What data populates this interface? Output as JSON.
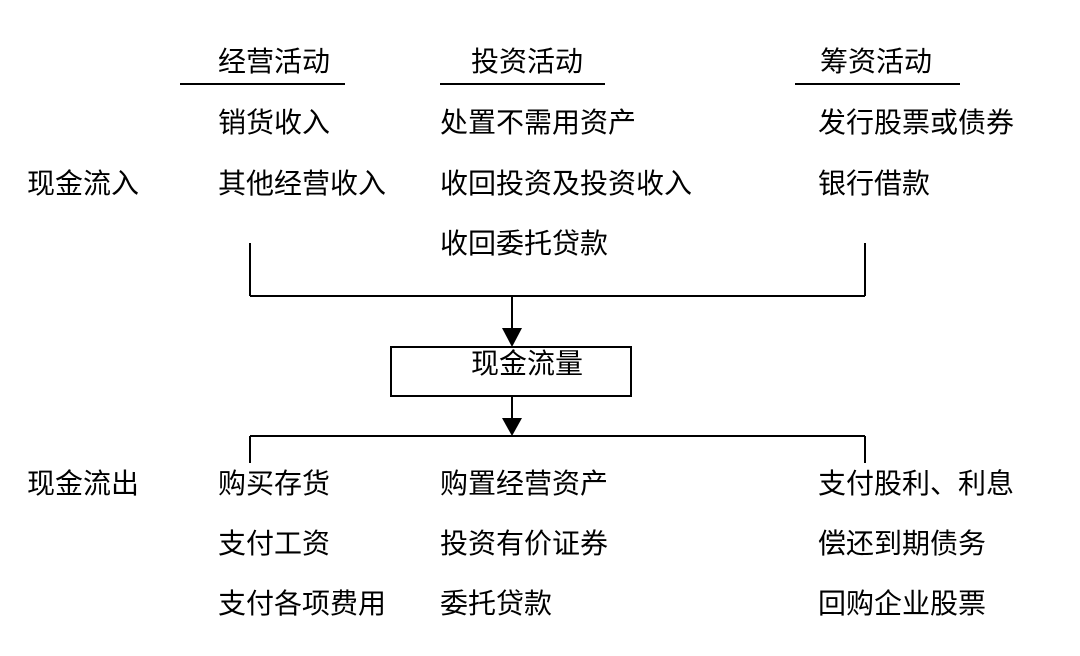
{
  "headers": {
    "operating": "经营活动",
    "investing": "投资活动",
    "financing": "筹资活动"
  },
  "row_labels": {
    "inflow": "现金流入",
    "outflow": "现金流出"
  },
  "center_box": "现金流量",
  "inflows": {
    "operating": [
      "销货收入",
      "其他经营收入"
    ],
    "investing": [
      "处置不需用资产",
      "收回投资及投资收入",
      "收回委托贷款"
    ],
    "financing": [
      "发行股票或债券",
      "银行借款"
    ]
  },
  "outflows": {
    "operating": [
      "购买存货",
      "支付工资",
      "支付各项费用"
    ],
    "investing": [
      "购置经营资产",
      "投资有价证券",
      "委托贷款"
    ],
    "financing": [
      "支付股利、利息",
      "偿还到期债务",
      "回购企业股票"
    ]
  },
  "colors": {
    "line": "#000000",
    "text": "#000000",
    "background": "#ffffff"
  }
}
